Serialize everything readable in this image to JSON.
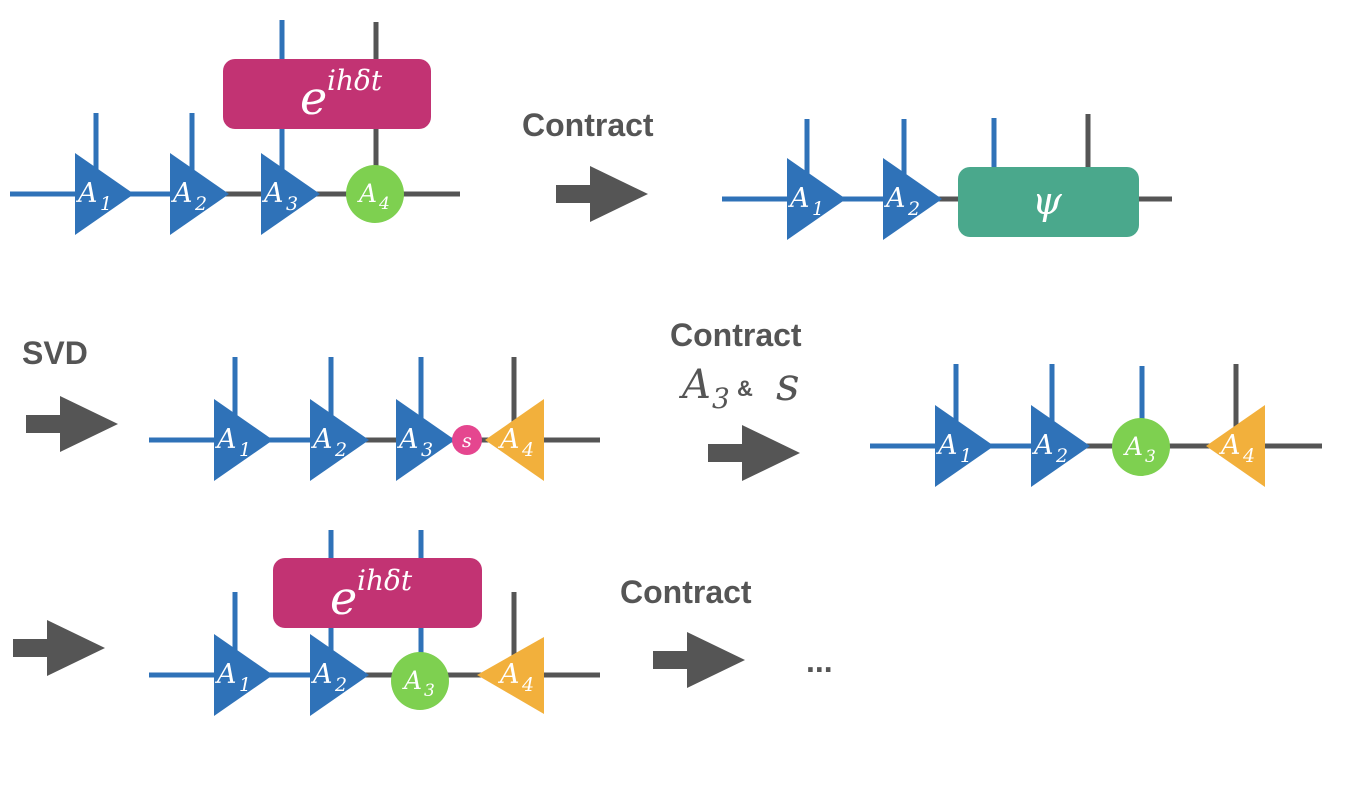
{
  "colors": {
    "blue": "#2f72b8",
    "gray": "#555555",
    "magenta": "#c23373",
    "green": "#7ed050",
    "teal": "#4aa88c",
    "orange": "#f2b03c",
    "pink": "#e5468f"
  },
  "labels": {
    "contract": "Contract",
    "svd": "SVD",
    "amp": "&",
    "ellipsis": "..."
  },
  "symbols": {
    "operator_base": "e",
    "operator_exp": "ihδt",
    "psi": "ψ",
    "s": "s",
    "A": "A",
    "sub1": "1",
    "sub2": "2",
    "sub3": "3",
    "sub4": "4"
  }
}
